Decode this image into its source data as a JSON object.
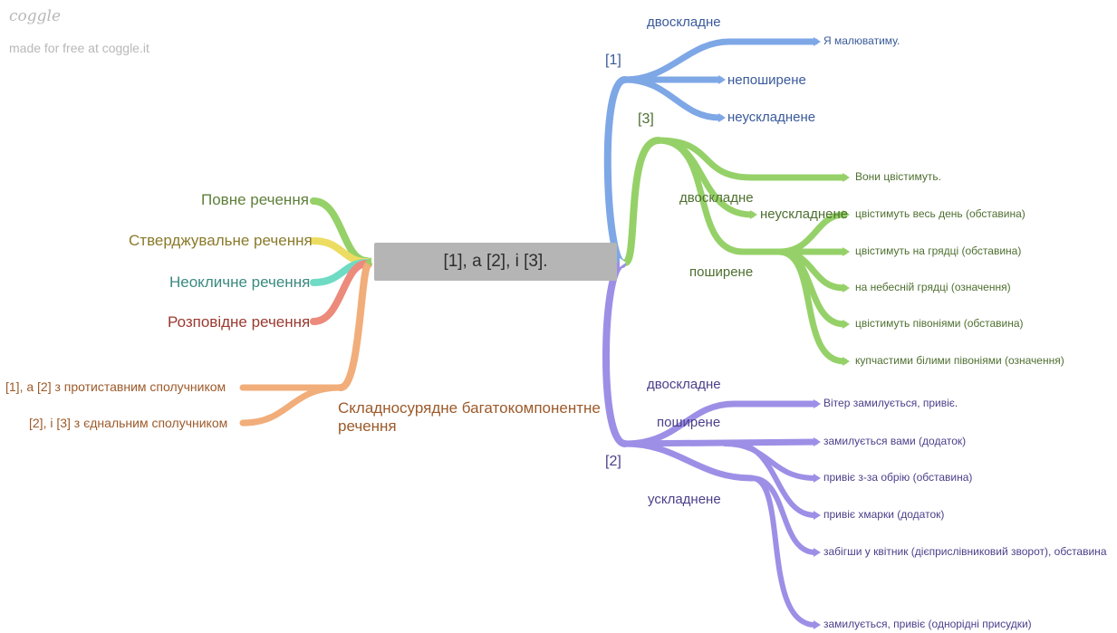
{
  "watermark": {
    "logo": "coggle",
    "subtitle": "made for free at coggle.it"
  },
  "center": "[1], а [2], і [3].",
  "left": {
    "items": [
      "Повне речення",
      "Стверджувальне речення",
      "Неокличне речення",
      "Розповідне речення"
    ],
    "complex_label": "Складносурядне багатокомпонентне речення",
    "complex_children": [
      "[1], а [2] з протиставним сполучником",
      "[2], і [3] з єднальним сполучником"
    ]
  },
  "b1": {
    "label": "[1]",
    "labels": [
      "двоскладне",
      "непоширене",
      "неускладнене"
    ],
    "leaf": "Я малюватиму."
  },
  "b3": {
    "label": "[3]",
    "labels": [
      "двоскладне",
      "неускладнене",
      "поширене"
    ],
    "leaves": [
      "Вони цвістимуть.",
      "цвістимуть весь день (обставина)",
      "цвістимуть на грядці (обставина)",
      "на небесній грядці (означення)",
      "цвістимуть півоніями (обставина)",
      "купчастими білими півоніями (означення)"
    ]
  },
  "b2": {
    "label": "[2]",
    "labels": [
      "двоскладне",
      "поширене",
      "ускладнене"
    ],
    "leaves": [
      "Вітер замилується, привіє.",
      "замилується вами (додаток)",
      "привіє з-за обрію (обставина)",
      "привіє хмарки (додаток)",
      "забігши у квітник (дієприслівниковий зворот), обставина",
      "замилується, привіє (однорідні присудки)"
    ]
  },
  "colors": {
    "blue": "#7ea7e6",
    "green": "#95d168",
    "purple": "#9d8fe6",
    "olive_green": "#9fd26a",
    "yellow": "#ecdc62",
    "teal": "#6fdbc4",
    "salmon": "#ec8a7c",
    "orange": "#f1ad7a",
    "text_green": "#5e7f3a",
    "text_olive": "#8a7a2a",
    "text_teal": "#3a8a80",
    "text_red": "#9a3a30",
    "text_orange": "#9c5a2a",
    "text_blue": "#3a5a9a",
    "text_darkgreen": "#4e6f30",
    "text_purple": "#4b3f8a"
  }
}
